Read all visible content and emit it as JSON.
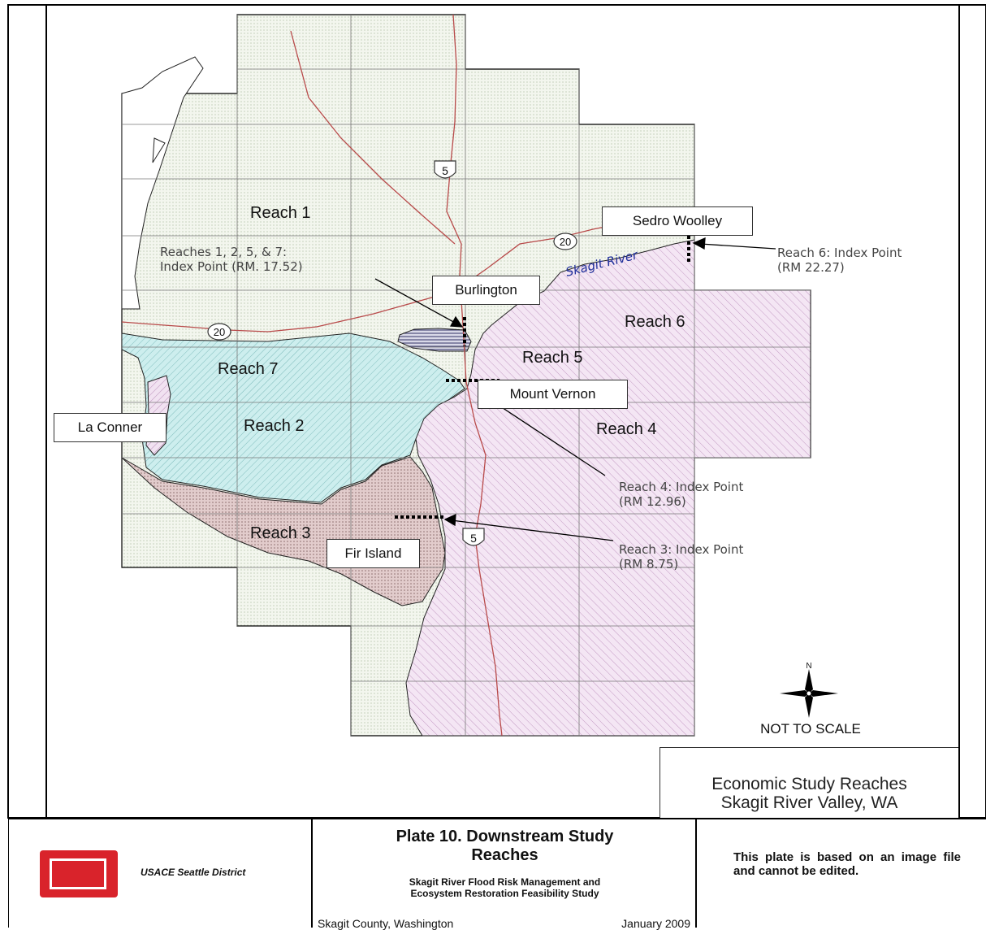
{
  "map": {
    "reach_labels": [
      {
        "id": "reach-1",
        "text": "Reach 1"
      },
      {
        "id": "reach-2",
        "text": "Reach 2"
      },
      {
        "id": "reach-3",
        "text": "Reach 3"
      },
      {
        "id": "reach-4",
        "text": "Reach 4"
      },
      {
        "id": "reach-5",
        "text": "Reach 5"
      },
      {
        "id": "reach-6",
        "text": "Reach 6"
      },
      {
        "id": "reach-7",
        "text": "Reach 7"
      }
    ],
    "places": {
      "sedro_woolley": "Sedro Woolley",
      "burlington": "Burlington",
      "mount_vernon": "Mount Vernon",
      "la_conner": "La Conner",
      "fir_island": "Fir Island"
    },
    "river_label": "Skagit River",
    "highway_shields": {
      "i5_north": "5",
      "i5_south": "5",
      "sr20_east": "20",
      "sr20_west": "20"
    },
    "index_points": {
      "reaches_1_2_5_7": {
        "line1": "Reaches 1, 2, 5, & 7:",
        "line2": "Index Point (RM. 17.52)"
      },
      "reach_6": {
        "line1": "Reach 6: Index Point",
        "line2": "(RM 22.27)"
      },
      "reach_4": {
        "line1": "Reach 4: Index Point",
        "line2": "(RM 12.96)"
      },
      "reach_3": {
        "line1": "Reach 3: Index Point",
        "line2": "(RM 8.75)"
      }
    },
    "north_arrow_label": "N",
    "scale_note": "NOT TO SCALE",
    "study_box": {
      "line1": "Economic Study Reaches",
      "line2": "Skagit  River Valley, WA"
    },
    "colors": {
      "reach_1_grid": "#eef3e6",
      "reach_7_2": "#c8ecec",
      "reach_3": "#dcc6c6",
      "reach_4_6": "#efdcef",
      "highway": "#b84a4a",
      "river_label": "#1f2f9a"
    }
  },
  "title_block": {
    "organization": "USACE Seattle District",
    "plate_title_line1": "Plate 10. Downstream Study",
    "plate_title_line2": "Reaches",
    "subtitle_line1": "Skagit River Flood Risk Management and",
    "subtitle_line2": "Ecosystem Restoration Feasibility Study",
    "county": "Skagit County, Washington",
    "date": "January 2009",
    "note": "This plate is based on an image file and cannot be edited."
  }
}
